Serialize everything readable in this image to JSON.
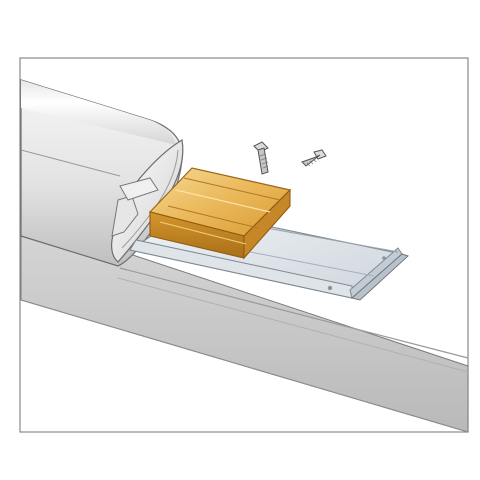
{
  "diagram": {
    "subject": "",
    "colors": {
      "background": "#ffffff",
      "frame": "#8a8a8a",
      "housing_light": "#f4f4f4",
      "housing_mid": "#d9d9d9",
      "housing_dark": "#a9a9a9",
      "outline": "#6d6d6d",
      "connector_light": "#f3cf84",
      "connector_mid": "#e2aa45",
      "connector_dark": "#b77a1a",
      "channel_light": "#eef1f4",
      "channel_mid": "#cfd6dd",
      "channel_dark": "#9aa3ab"
    },
    "parts": [
      {
        "name": "tube-housing",
        "color": "housing"
      },
      {
        "name": "joint-connector",
        "color": "connector"
      },
      {
        "name": "inner-channel",
        "color": "channel"
      },
      {
        "name": "bolt",
        "count": 2
      }
    ]
  }
}
